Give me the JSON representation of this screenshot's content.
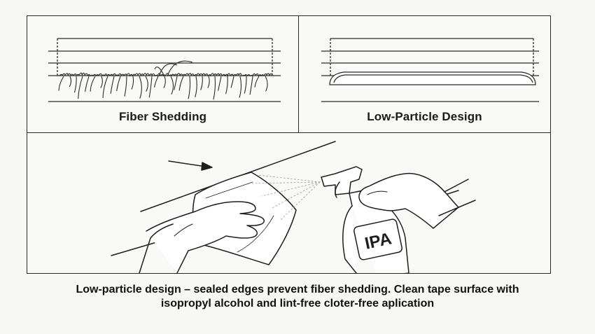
{
  "panels": {
    "fiber": {
      "title": "Fiber Shedding"
    },
    "low_particle": {
      "title": "Low-Particle Design"
    }
  },
  "bottle": {
    "label": "IPA"
  },
  "caption": {
    "line1": "Low-particle design – sealed edges prevent fiber shedding. Clean tape surface with",
    "line2": "isopropyl alcohol and lint-free cloter-free aplication"
  }
}
